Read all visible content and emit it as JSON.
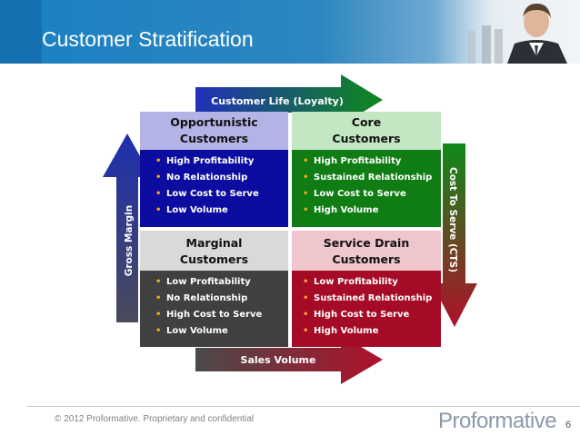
{
  "slide": {
    "title": "Customer Stratification",
    "copyright": "© 2012 Proformative. Proprietary and confidential",
    "brand": "Proformative",
    "page_number": "6"
  },
  "axes": {
    "top_arrow_label": "Customer Life (Loyalty)",
    "left_arrow_label": "Gross Margin",
    "right_arrow_label": "Cost To Serve (CTS)",
    "bottom_arrow_label": "Sales Volume"
  },
  "quadrants": {
    "opportunistic": {
      "title_line1": "Opportunistic",
      "title_line2": "Customers",
      "bullets": [
        "High Profitability",
        "No Relationship",
        "Low Cost to Serve",
        "Low Volume"
      ]
    },
    "core": {
      "title_line1": "Core",
      "title_line2": "Customers",
      "bullets": [
        "High Profitability",
        "Sustained Relationship",
        "Low Cost to Serve",
        "High Volume"
      ]
    },
    "marginal": {
      "title_line1": "Marginal",
      "title_line2": "Customers",
      "bullets": [
        "Low Profitability",
        "No Relationship",
        "High Cost to Serve",
        "Low Volume"
      ]
    },
    "service_drain": {
      "title_line1": "Service Drain",
      "title_line2": "Customers",
      "bullets": [
        "Low Profitability",
        "Sustained Relationship",
        "High Cost to Serve",
        "High Volume"
      ]
    }
  },
  "colors": {
    "header_blue": "#1a80c2",
    "opportunistic_title_bg": "#b3b3e6",
    "opportunistic_body_bg": "#0c0ca0",
    "core_title_bg": "#c3e6c3",
    "core_body_bg": "#0f7d13",
    "marginal_title_bg": "#d9d9d9",
    "marginal_body_bg": "#404040",
    "service_drain_title_bg": "#efc6cc",
    "service_drain_body_bg": "#a50b27",
    "bullet_dot": "#f5a623"
  }
}
